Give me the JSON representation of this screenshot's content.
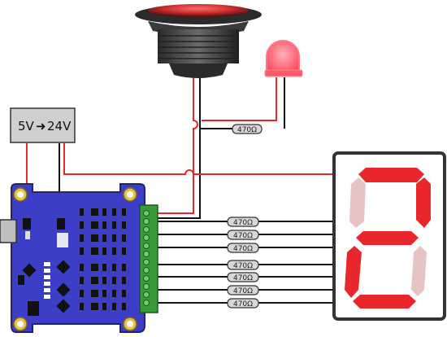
{
  "converter": {
    "input_label": "5V",
    "arrow": "➜",
    "output_label": "24V"
  },
  "resistors": {
    "led_resistor": "470Ω",
    "segment_resistors": [
      "470Ω",
      "470Ω",
      "470Ω",
      "470Ω",
      "470Ω",
      "470Ω",
      "470Ω"
    ]
  },
  "display": {
    "digit_shown": "2",
    "on_color": "#e8262b",
    "off_color": "#e6c4c4"
  },
  "colors": {
    "wire_red": "#e8262b",
    "wire_black": "#111111",
    "board_blue": "#3d3ec8",
    "terminal_green": "#3a9a3a",
    "led_red": "#ff5a6a"
  }
}
